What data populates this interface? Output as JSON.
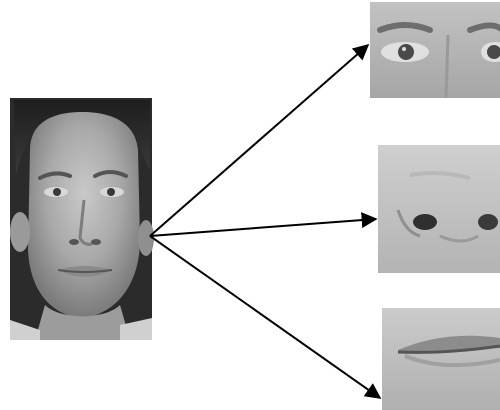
{
  "figure": {
    "source": "face-image",
    "regions": [
      {
        "id": "eyes",
        "label": ""
      },
      {
        "id": "nose",
        "label": ""
      },
      {
        "id": "mouth",
        "label": ""
      }
    ]
  },
  "colors": {
    "background": "#ffffff",
    "arrow": "#000000",
    "photo-dark": "#2b2b2b",
    "photo-skin": "#a9a9a9"
  }
}
